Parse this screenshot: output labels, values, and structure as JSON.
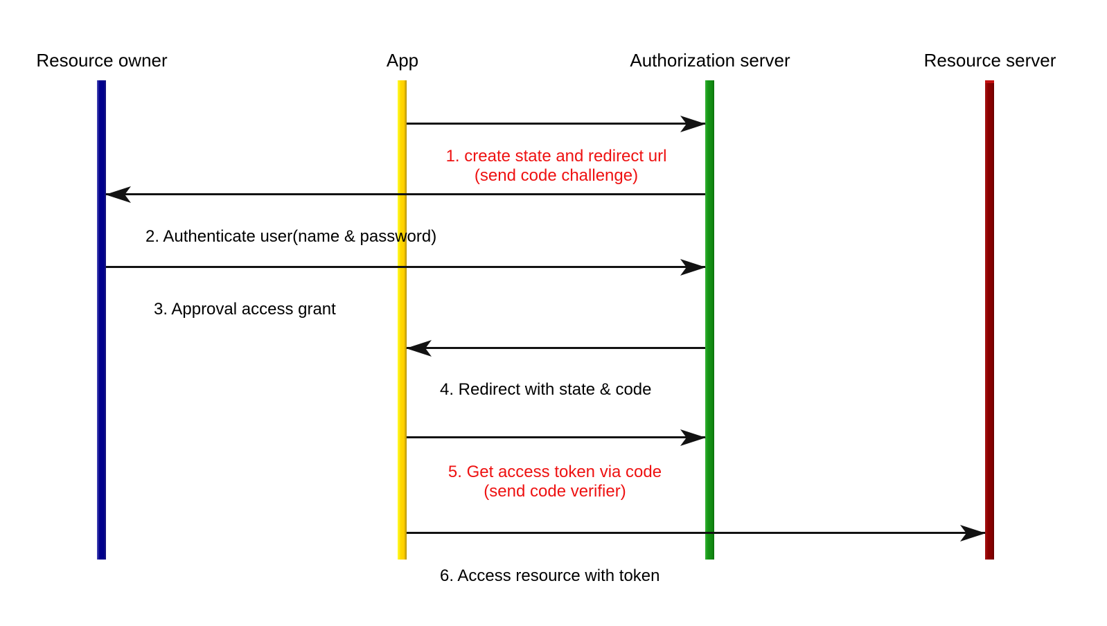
{
  "diagram": {
    "kind": "sequence-diagram",
    "background_color": "#ffffff",
    "arrow_color": "#121212",
    "text_color": "#000000",
    "highlight_text_color": "#ee1111"
  },
  "lifelines": [
    {
      "label": "Resource owner",
      "color": "#00008b"
    },
    {
      "label": "App",
      "color": "#ffd700"
    },
    {
      "label": "Authorization server",
      "color": "#169616"
    },
    {
      "label": "Resource server",
      "color": "#8b0000"
    }
  ],
  "messages": [
    {
      "line1": "1. create state and redirect url",
      "line2": "(send code challenge)",
      "from": "App",
      "to": "Authorization server",
      "direction": "right",
      "color": "#ee1111"
    },
    {
      "line1": "2. Authenticate user(name & password)",
      "from": "Authorization server",
      "to": "Resource owner",
      "direction": "left",
      "color": "#000000"
    },
    {
      "line1": "3. Approval access grant",
      "from": "Resource owner",
      "to": "Authorization server",
      "direction": "right",
      "color": "#000000"
    },
    {
      "line1": "4. Redirect with state & code",
      "from": "Authorization server",
      "to": "App",
      "direction": "left",
      "color": "#000000"
    },
    {
      "line1": "5. Get access token via code",
      "line2": "(send code verifier)",
      "from": "App",
      "to": "Authorization server",
      "direction": "right",
      "color": "#ee1111"
    },
    {
      "line1": "6. Access resource with token",
      "from": "App",
      "to": "Resource server",
      "direction": "right",
      "color": "#000000"
    }
  ]
}
